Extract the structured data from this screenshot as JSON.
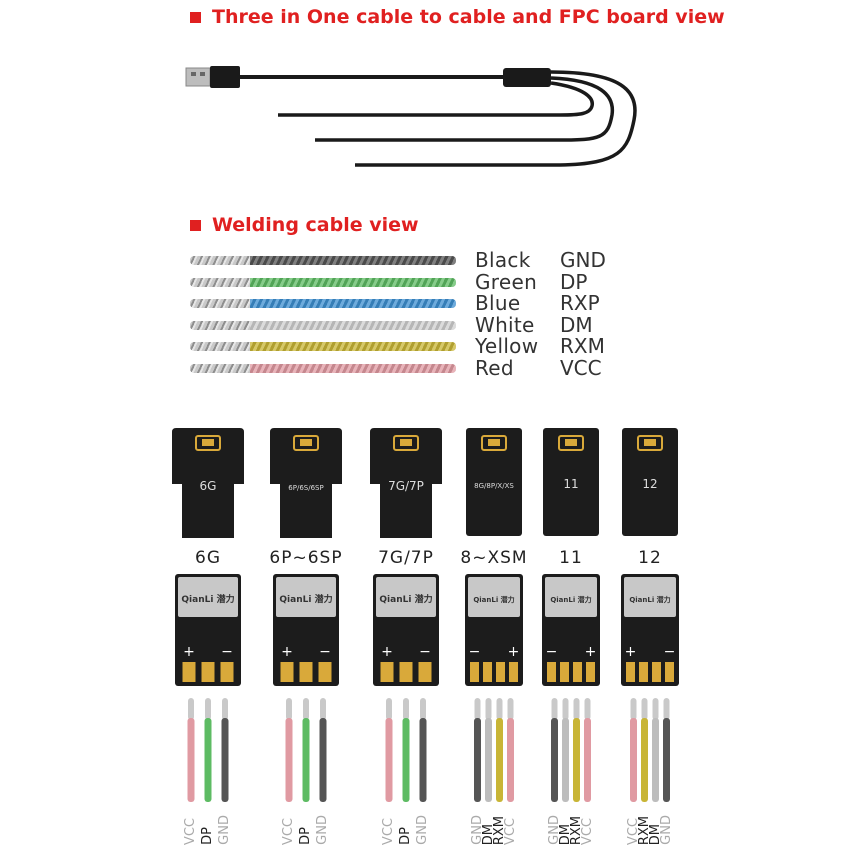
{
  "section1": {
    "title": "Three in One cable to cable and FPC board view"
  },
  "section2": {
    "title": "Welding cable view"
  },
  "wires": [
    {
      "name": "Black",
      "signal": "GND",
      "color": "#555555"
    },
    {
      "name": "Green",
      "signal": "DP",
      "color": "#5dbb63"
    },
    {
      "name": "Blue",
      "signal": "RXP",
      "color": "#3d8fd0"
    },
    {
      "name": "White",
      "signal": "DM",
      "color": "#cfcfcf"
    },
    {
      "name": "Yellow",
      "signal": "RXM",
      "color": "#c8b536"
    },
    {
      "name": "Red",
      "signal": "VCC",
      "color": "#e09aa2"
    }
  ],
  "boards": [
    {
      "label": "6G",
      "print": "6G",
      "pads": [
        "+",
        "",
        "−"
      ],
      "signals": [
        "VCC",
        "DP",
        "GND"
      ]
    },
    {
      "label": "6P~6SP",
      "print": "6P/6S/6SP",
      "pads": [
        "+",
        "",
        "−"
      ],
      "signals": [
        "VCC",
        "DP",
        "GND"
      ]
    },
    {
      "label": "7G/7P",
      "print": "7G/7P",
      "pads": [
        "+",
        "",
        "−"
      ],
      "signals": [
        "VCC",
        "DP",
        "GND"
      ]
    },
    {
      "label": "8~XSM",
      "print": "8G/8P/X/XS",
      "pads": [
        "−",
        "",
        "",
        "+"
      ],
      "signals": [
        "GND",
        "DM",
        "RXM",
        "VCC"
      ]
    },
    {
      "label": "11",
      "print": "11",
      "pads": [
        "−",
        "",
        "",
        "+"
      ],
      "signals": [
        "GND",
        "DM",
        "RXM",
        "VCC"
      ]
    },
    {
      "label": "12",
      "print": "12",
      "pads": [
        "+",
        "",
        "",
        "−"
      ],
      "signals": [
        "VCC",
        "RXM",
        "DM",
        "GND"
      ]
    }
  ],
  "brand": "QianLi 潜力",
  "colors": {
    "accent": "#e02020",
    "board": "#1c1c1c",
    "gold": "#d9a93a",
    "plate": "#c8c8c8"
  }
}
